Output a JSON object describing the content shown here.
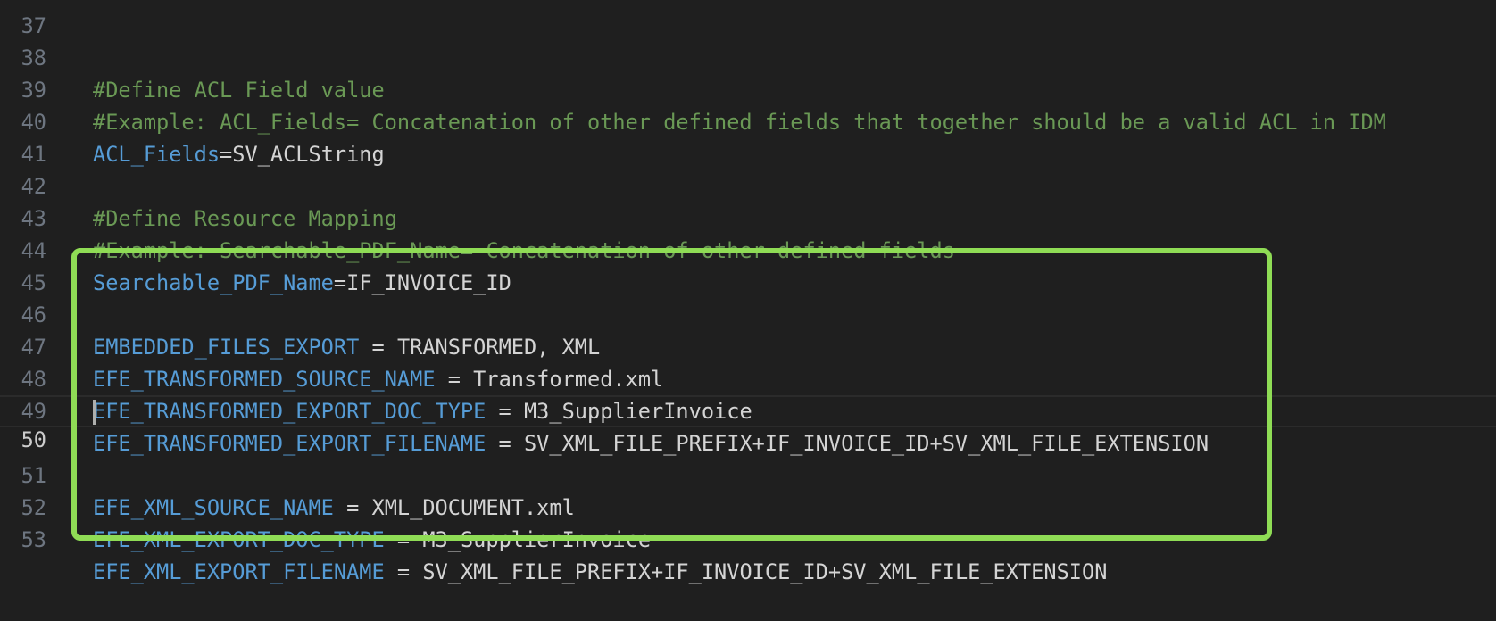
{
  "editor": {
    "partial_top_line_number": "37",
    "lines": [
      {
        "num": "38",
        "type": "comment",
        "text": "#Define ACL Field value"
      },
      {
        "num": "39",
        "type": "comment",
        "text": "#Example: ACL_Fields= Concatenation of other defined fields that together should be a valid ACL in IDM"
      },
      {
        "num": "40",
        "type": "assign",
        "key": "ACL_Fields",
        "op": "=",
        "value": "SV_ACLString"
      },
      {
        "num": "41",
        "type": "blank"
      },
      {
        "num": "42",
        "type": "comment",
        "text": "#Define Resource Mapping"
      },
      {
        "num": "43",
        "type": "comment",
        "text": "#Example: Searchable_PDF_Name= Concatenation of other defined fields"
      },
      {
        "num": "44",
        "type": "assign",
        "key": "Searchable_PDF_Name",
        "op": "=",
        "value": "IF_INVOICE_ID"
      },
      {
        "num": "45",
        "type": "blank"
      },
      {
        "num": "46",
        "type": "assign",
        "key": "EMBEDDED_FILES_EXPORT",
        "op": " = ",
        "value": "TRANSFORMED, XML"
      },
      {
        "num": "47",
        "type": "assign",
        "key": "EFE_TRANSFORMED_SOURCE_NAME",
        "op": " = ",
        "value": "Transformed.xml"
      },
      {
        "num": "48",
        "type": "assign",
        "key": "EFE_TRANSFORMED_EXPORT_DOC_TYPE",
        "op": " = ",
        "value": "M3_SupplierInvoice"
      },
      {
        "num": "49",
        "type": "assign",
        "key": "EFE_TRANSFORMED_EXPORT_FILENAME",
        "op": " = ",
        "value": "SV_XML_FILE_PREFIX+IF_INVOICE_ID+SV_XML_FILE_EXTENSION"
      },
      {
        "num": "50",
        "type": "current"
      },
      {
        "num": "51",
        "type": "assign",
        "key": "EFE_XML_SOURCE_NAME",
        "op": " = ",
        "value": "XML_DOCUMENT.xml"
      },
      {
        "num": "52",
        "type": "assign",
        "key": "EFE_XML_EXPORT_DOC_TYPE",
        "op": " = ",
        "value": "M3_SupplierInvoice"
      },
      {
        "num": "53",
        "type": "assign",
        "key": "EFE_XML_EXPORT_FILENAME",
        "op": " = ",
        "value": "SV_XML_FILE_PREFIX+IF_INVOICE_ID+SV_XML_FILE_EXTENSION"
      }
    ],
    "current_line": "50"
  },
  "annotation": {
    "highlight_color": "#8fdc55",
    "highlight_lines": [
      "46",
      "53"
    ]
  },
  "colors": {
    "background": "#1f1f1f",
    "comment": "#6a9955",
    "key": "#569cd6",
    "value": "#d4d4d4",
    "line_number": "#6e7681",
    "line_number_active": "#cccccc"
  }
}
